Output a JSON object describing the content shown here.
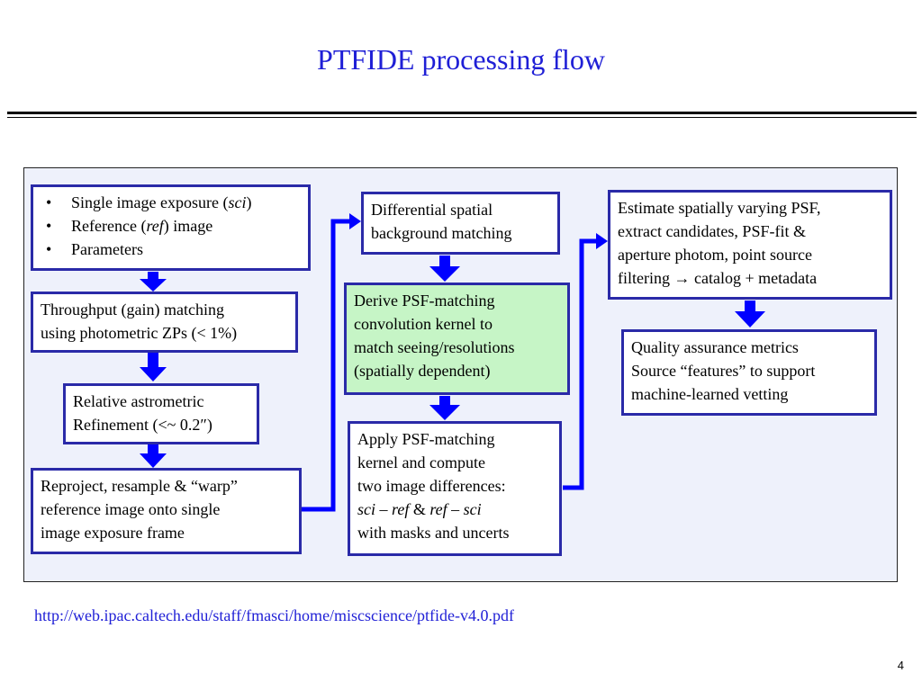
{
  "title": "PTFIDE processing flow",
  "colors": {
    "title": "#1f1fd6",
    "box_border": "#2a2aa8",
    "arrow": "#0000ff",
    "highlight_box": "#c6f5c6",
    "panel_bg": "#eef1fb"
  },
  "boxes": {
    "inputs": {
      "items": [
        {
          "pre": "Single image exposure (",
          "em": "sci",
          "post": ")"
        },
        {
          "pre": "Reference (",
          "em": "ref",
          "post": ") image"
        },
        {
          "pre": "Parameters",
          "em": "",
          "post": ""
        }
      ]
    },
    "throughput": {
      "lines": [
        "Throughput (gain) matching",
        "using photometric ZPs (< 1%)"
      ]
    },
    "astrometric": {
      "lines": [
        "Relative astrometric",
        "Refinement (<~ 0.2″)"
      ]
    },
    "reproject": {
      "lines": [
        "Reproject, resample & “warp”",
        "reference image onto single",
        "image exposure frame"
      ]
    },
    "background": {
      "lines": [
        "Differential spatial",
        "background matching"
      ]
    },
    "psf_kernel": {
      "lines": [
        "Derive PSF-matching",
        "convolution kernel to",
        "match seeing/resolutions",
        "(spatially dependent)"
      ]
    },
    "apply": {
      "line1": "Apply PSF-matching",
      "line2": "kernel and compute",
      "line3": "two image differences:",
      "d1_a": "sci",
      "d1_dash": " – ",
      "d1_b": "ref",
      "d1_amp": " & ",
      "d2_a": "ref",
      "d2_dash": " – ",
      "d2_b": "sci",
      "line5": "with masks and uncerts"
    },
    "estimate_psf": {
      "lines": [
        "Estimate spatially varying PSF,",
        "extract candidates, PSF-fit &",
        "aperture photom, point source",
        "filtering → catalog + metadata"
      ]
    },
    "qa": {
      "lines": [
        "Quality assurance metrics",
        "Source “features” to support",
        "machine-learned vetting"
      ]
    }
  },
  "footer": {
    "link": "http://web.ipac.caltech.edu/staff/fmasci/home/miscscience/ptfide-v4.0.pdf",
    "page_number": "4"
  }
}
